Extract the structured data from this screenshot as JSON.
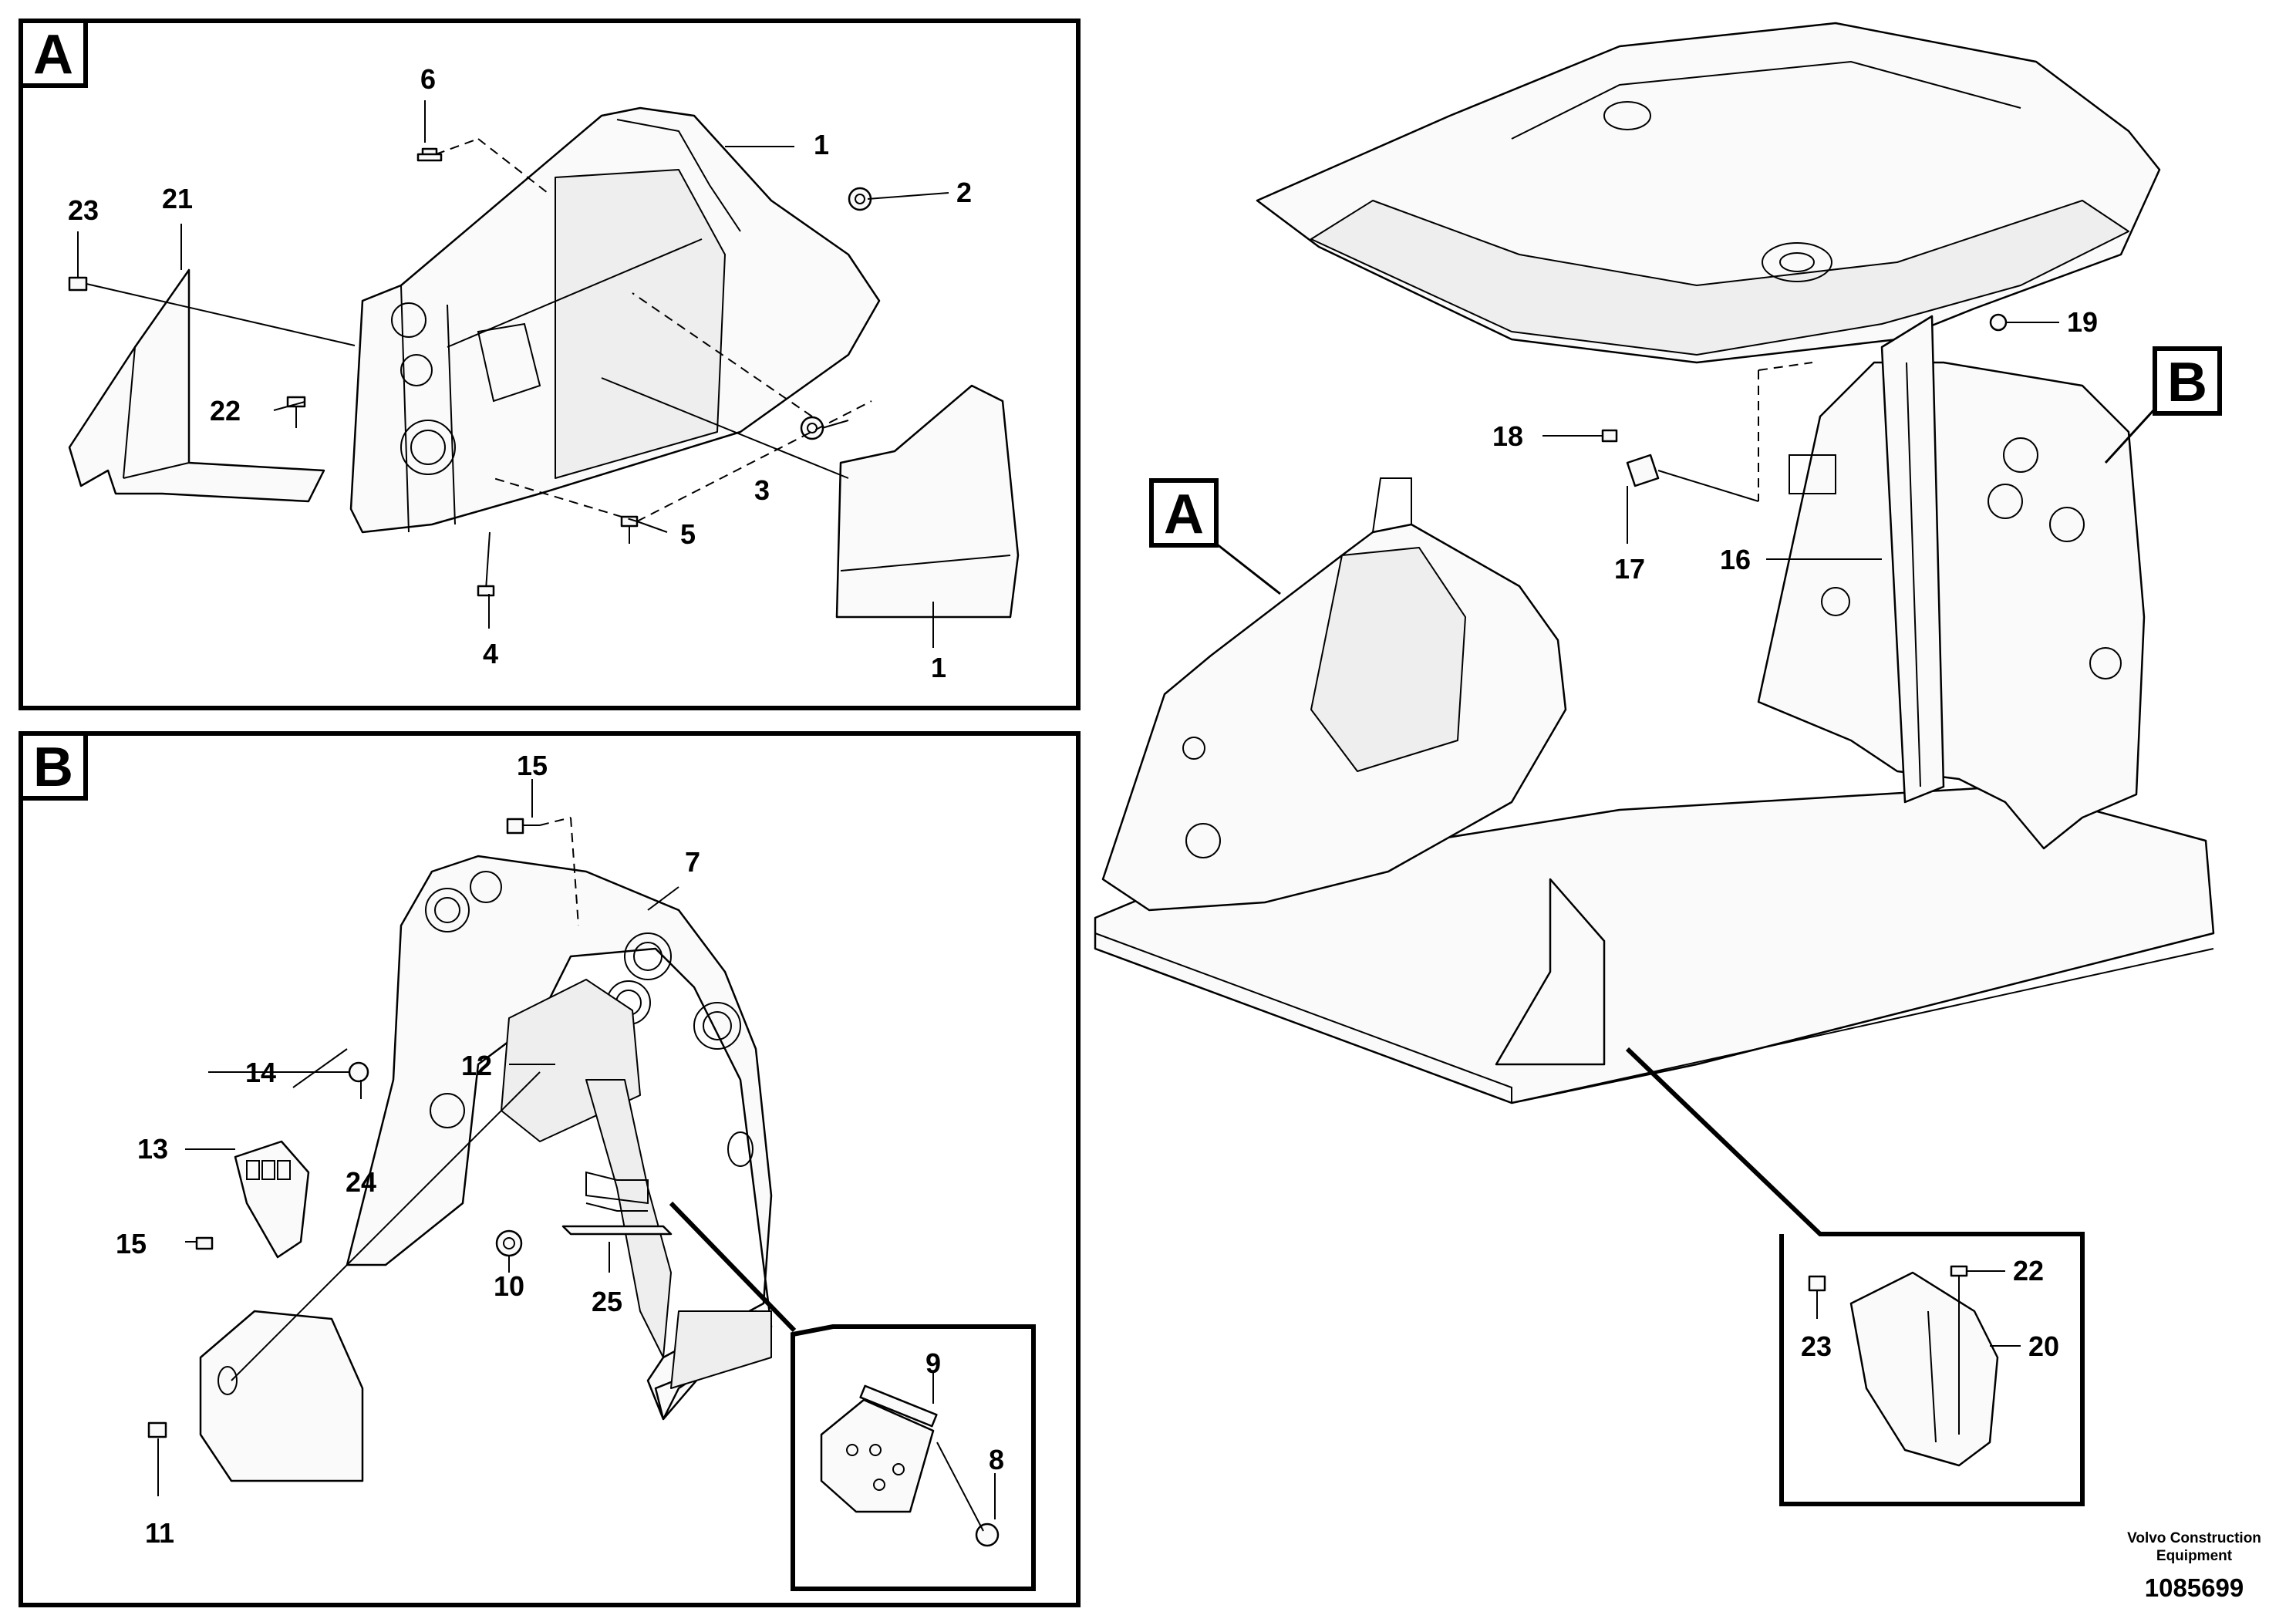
{
  "panels": {
    "a": {
      "letter": "A"
    },
    "b": {
      "letter": "B"
    }
  },
  "overview": {
    "tag_a": "A",
    "tag_b": "B"
  },
  "callouts": {
    "a_1_top": "1",
    "a_1_bottom": "1",
    "a_2": "2",
    "a_3": "3",
    "a_4": "4",
    "a_5": "5",
    "a_6": "6",
    "a_21": "21",
    "a_22": "22",
    "a_23": "23",
    "b_7": "7",
    "b_8": "8",
    "b_9": "9",
    "b_10": "10",
    "b_11": "11",
    "b_12": "12",
    "b_13": "13",
    "b_14": "14",
    "b_15_top": "15",
    "b_15_left": "15",
    "b_24": "24",
    "b_25": "25",
    "o_16": "16",
    "o_17": "17",
    "o_18": "18",
    "o_19": "19",
    "o_20": "20",
    "o_22": "22",
    "o_23": "23"
  },
  "credit": {
    "line1": "Volvo Construction",
    "line2": "Equipment",
    "drawing_number": "1085699"
  }
}
